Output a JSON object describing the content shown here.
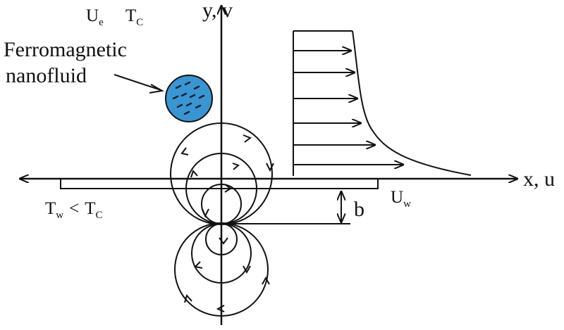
{
  "labels": {
    "ue": "U",
    "ue_sub": "e",
    "tc": "T",
    "tc_sub": "C",
    "y_axis": "y, v",
    "x_axis": "x, u",
    "fluid_line1": "Ferromagnetic",
    "fluid_line2": "nanofluid",
    "tw": "T",
    "tw_sub": "w",
    "tw_lt": "<",
    "tw_tc": "T",
    "tw_tc_sub": "C",
    "uw": "U",
    "uw_sub": "w",
    "b": "b"
  },
  "colors": {
    "ink": "#111111",
    "particle": "#3a95d3",
    "particle_dots": "#1a2330"
  },
  "icons": {
    "velocity_arrow": "right-arrow",
    "flow_direction": "triangle-arrowhead"
  }
}
